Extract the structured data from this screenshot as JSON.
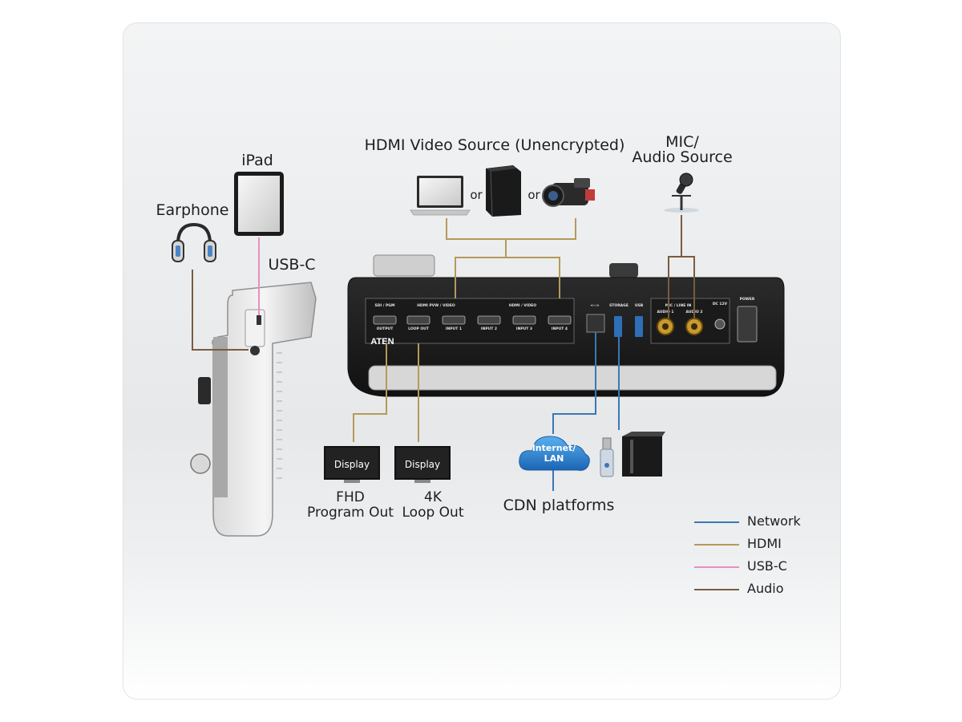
{
  "labels": {
    "hdmi_source_title": "HDMI Video Source (Unencrypted)",
    "or_1": "or",
    "or_2": "or",
    "mic_line1": "MIC/",
    "mic_line2": "Audio Source",
    "ipad": "iPad",
    "earphone": "Earphone",
    "usbc": "USB-C",
    "display_1": "Display",
    "display_2": "Display",
    "fhd_line1": "FHD",
    "fhd_line2": "Program Out",
    "loop_line1": "4K",
    "loop_line2": "Loop Out",
    "cloud_line1": "Internet/",
    "cloud_line2": "LAN",
    "cdn": "CDN platforms"
  },
  "device_panel": {
    "brand": "ATEN",
    "ports": {
      "output_group": "SDI / PGM",
      "output": "OUTPUT",
      "hdmi_group": "HDMI PVW / VIDEO",
      "loop_out": "LOOP OUT",
      "input1": "INPUT 1",
      "input_group": "HDMI / VIDEO",
      "input2": "INPUT 2",
      "input3": "INPUT 3",
      "input4": "INPUT 4",
      "lan": "<-->",
      "storage": "STORAGE",
      "usb": "USB",
      "audio_group": "MIC / LINE IN",
      "audio1": "AUDIO 1",
      "audio2": "AUDIO 2",
      "dc": "DC 12V",
      "power": "POWER"
    }
  },
  "legend": [
    {
      "label": "Network",
      "color": "#3a78b5"
    },
    {
      "label": "HDMI",
      "color": "#b49a5a"
    },
    {
      "label": "USB-C",
      "color": "#e58fc3"
    },
    {
      "label": "Audio",
      "color": "#7a5c3e"
    }
  ],
  "colors": {
    "network": "#3a78b5",
    "hdmi": "#b49a5a",
    "usbc": "#e58fc3",
    "audio": "#7a5c3e"
  }
}
